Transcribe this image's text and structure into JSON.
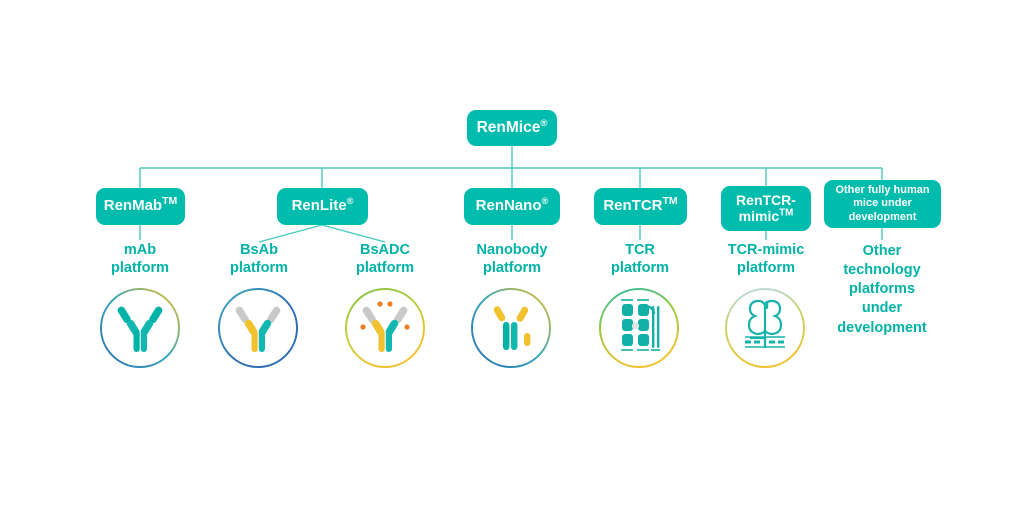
{
  "diagram": {
    "title_node": {
      "name": "RenMice",
      "mark": "®"
    },
    "colors": {
      "teal": "#00bcad",
      "teal_text": "#00b3a6",
      "yellow": "#f2c12e",
      "orange": "#f07d20",
      "grey": "#c9c9c9",
      "blue": "#2f6fb5",
      "line": "#49c9bf"
    },
    "platforms": [
      {
        "node_label": "RenMab",
        "node_mark": "TM",
        "caption": "mAb\nplatform",
        "icon": "antibody-mab-icon",
        "ring_from": "#2f6fb5",
        "ring_to": "#f2c12e"
      },
      {
        "node_label": "RenLite",
        "node_mark": "®",
        "caption": "BsAb\nplatform",
        "icon": "antibody-bsab-icon",
        "ring_from": "#2f6fb5",
        "ring_to": "#2f6fb5"
      },
      {
        "node_label": "",
        "node_mark": "",
        "caption": "BsADC\nplatform",
        "icon": "antibody-bsadc-icon",
        "ring_from": "#7ac143",
        "ring_to": "#f2c12e"
      },
      {
        "node_label": "RenNano",
        "node_mark": "®",
        "caption": "Nanobody\nplatform",
        "icon": "nanobody-icon",
        "ring_from": "#f2c12e",
        "ring_to": "#2f6fb5"
      },
      {
        "node_label": "RenTCR",
        "node_mark": "TM",
        "caption": "TCR\nplatform",
        "icon": "tcr-icon",
        "ring_from": "#00b3a6",
        "ring_to": "#f2c12e"
      },
      {
        "node_label": "RenTCR-\nmimic",
        "node_mark": "TM",
        "caption": "TCR-mimic\nplatform",
        "icon": "tcr-mimic-icon",
        "ring_from": "#9ad6e8",
        "ring_to": "#f2c12e"
      },
      {
        "node_label": "Other fully human\nmice under\ndevelopment",
        "node_mark": "",
        "caption": "Other\ntechnology\nplatforms\nunder\ndevelopment",
        "icon": "none",
        "ring_from": "",
        "ring_to": ""
      }
    ],
    "nodes": {
      "root": "RenMice",
      "renmab": "RenMab",
      "renlite": "RenLite",
      "rennano": "RenNano",
      "rentcr": "RenTCR",
      "rentcrmimic_line1": "RenTCR-",
      "rentcrmimic_line2": "mimic",
      "other_line1": "Other fully human",
      "other_line2": "mice under",
      "other_line3": "development"
    },
    "captions": {
      "mab_l1": "mAb",
      "mab_l2": "platform",
      "bsab_l1": "BsAb",
      "bsab_l2": "platform",
      "bsadc_l1": "BsADC",
      "bsadc_l2": "platform",
      "nano_l1": "Nanobody",
      "nano_l2": "platform",
      "tcr_l1": "TCR",
      "tcr_l2": "platform",
      "tcrm_l1": "TCR-mimic",
      "tcrm_l2": "platform",
      "other_l1": "Other",
      "other_l2": "technology",
      "other_l3": "platforms",
      "other_l4": "under",
      "other_l5": "development"
    },
    "marks": {
      "registered": "®",
      "trademark": "TM"
    }
  }
}
